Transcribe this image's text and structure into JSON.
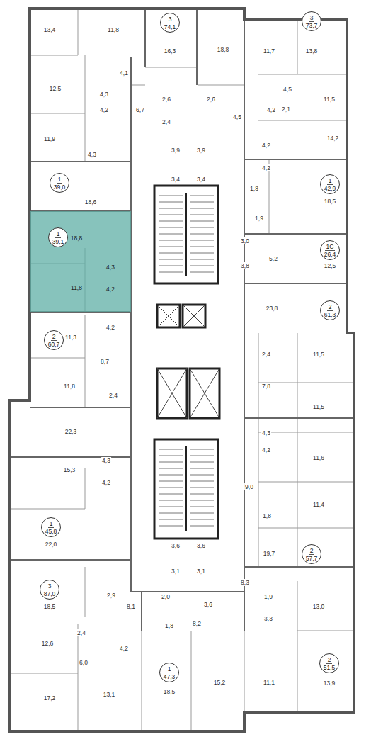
{
  "diagram": {
    "nodes": [
      {
        "text": [
          "3",
          "74,1"
        ]
      },
      {
        "text": [
          "3",
          "73,7"
        ]
      },
      {
        "text": [
          "1",
          "39,0"
        ]
      },
      {
        "text": [
          "1",
          "42,9"
        ]
      },
      {
        "text": [
          "18,8",
          "4,3",
          "4,2",
          "11,8"
        ]
      },
      {
        "text": [
          "1",
          "39,1"
        ],
        "in": 4
      },
      {
        "text": [
          "1С",
          "26,4"
        ]
      },
      {
        "text": [
          "2",
          "61,3"
        ]
      },
      {
        "text": [
          "2",
          "60,7"
        ]
      },
      {
        "text": [
          "1",
          "45,8"
        ]
      },
      {
        "text": [
          "2",
          "57,7"
        ]
      },
      {
        "text": [
          "3",
          "87,0"
        ]
      },
      {
        "text": [
          "2",
          "51,5"
        ]
      },
      {
        "text": [
          "1",
          "47,3"
        ]
      }
    ],
    "labels": [
      "13,4",
      "11,8",
      "16,3",
      "18,8",
      "11,7",
      "13,8",
      "12,5",
      "4,1",
      "4,3",
      "4,5",
      "11,5",
      "2,6",
      "2,6",
      "2,1",
      "4,2",
      "6,7",
      "4,2",
      "4,5",
      "2,4",
      "11,9",
      "14,2",
      "4,2",
      "3,9",
      "3,9",
      "4,3",
      "4,2",
      "3,4",
      "3,4",
      "1,8",
      "18,6",
      "18,5",
      "1,9",
      "3,0",
      "5,2",
      "12,5",
      "3,8",
      "23,8",
      "4,2",
      "11,3",
      "2,4",
      "11,5",
      "8,7",
      "11,8",
      "7,8",
      "2,4",
      "11,5",
      "22,3",
      "4,3",
      "4,2",
      "11,6",
      "4,3",
      "15,3",
      "4,2",
      "9,0",
      "11,4",
      "1,8",
      "22,0",
      "3,6",
      "3,6",
      "19,7",
      "3,1",
      "3,1",
      "8,3",
      "2,9",
      "2,0",
      "1,9",
      "3,6",
      "18,5",
      "13,0",
      "8,1",
      "3,3",
      "8,2",
      "1,8",
      "2,4",
      "12,6",
      "4,2",
      "6,0",
      "15,2",
      "11,1",
      "13,9",
      "18,5",
      "13,1",
      "17,2"
    ]
  }
}
